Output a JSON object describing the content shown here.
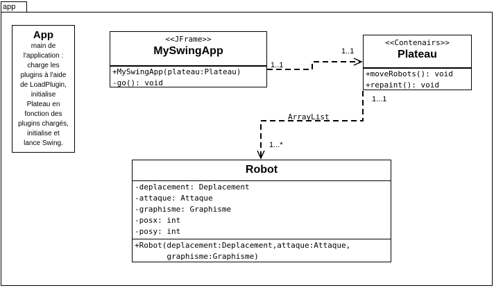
{
  "package": {
    "name": "app"
  },
  "note": {
    "title": "App",
    "lines": [
      "main de",
      "l'application :",
      "charge les",
      "plugins à l'aide",
      "de LoadPlugin,",
      "initialise",
      "Plateau en",
      "fonction des",
      "plugins chargés,",
      "initialise et",
      "lance Swing."
    ]
  },
  "classes": {
    "app": {
      "stereotype": "<<JFrame>>",
      "name": "MySwingApp",
      "operations": [
        "+MySwingApp(plateau:Plateau)",
        "-go(): void"
      ]
    },
    "plateau": {
      "stereotype": "<<Contenairs>>",
      "name": "Plateau",
      "operations": [
        "+moveRobots(): void",
        "+repaint(): void"
      ]
    },
    "robot": {
      "name": "Robot",
      "attributes": [
        "-deplacement: Deplacement",
        "-attaque: Attaque",
        "-graphisme: Graphisme",
        "-posx: int",
        "-posy: int"
      ],
      "operations": [
        "+Robot(deplacement:Deplacement,attaque:Attaque,",
        "       graphisme:Graphisme)"
      ]
    }
  },
  "associations": {
    "app_plateau": {
      "source_mult": "1..1",
      "target_mult": "1..1"
    },
    "plateau_robot": {
      "label": "ArrayList",
      "source_mult": "1...1",
      "target_mult": "1...*"
    }
  }
}
